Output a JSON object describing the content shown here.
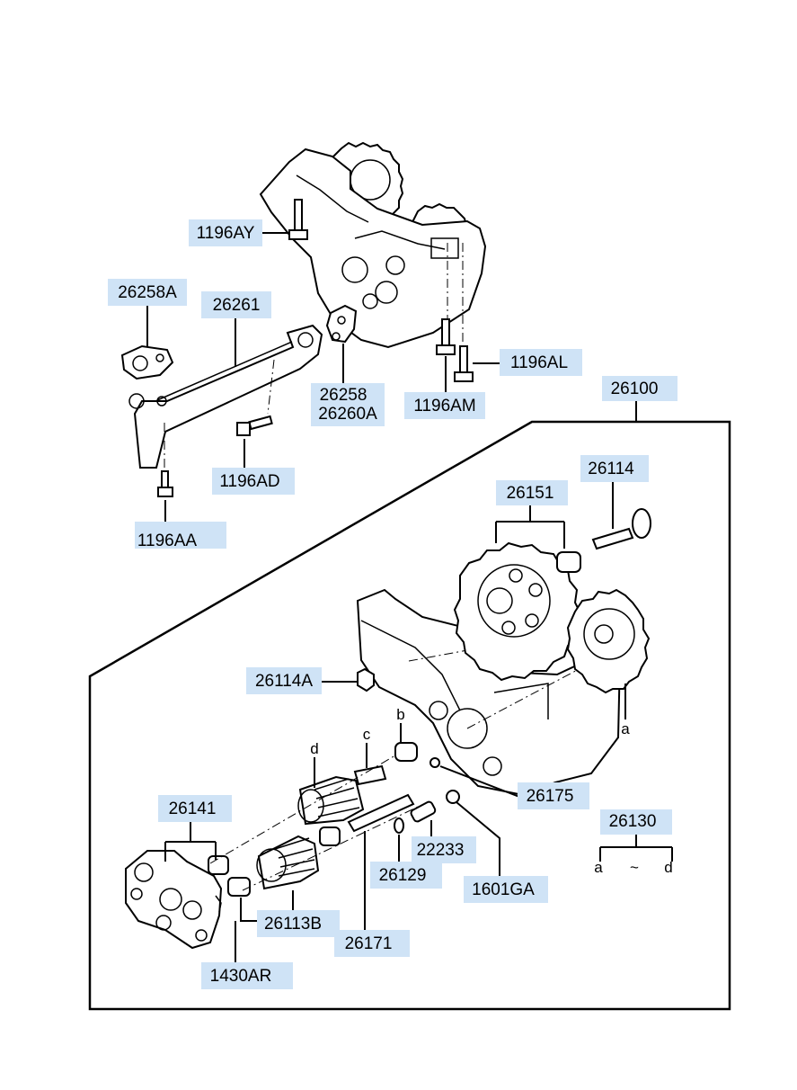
{
  "labels": {
    "l1196AY": "1196AY",
    "l26258A": "26258A",
    "l26261": "26261",
    "l26258": "26258",
    "l26260A": "26260A",
    "l1196AL": "1196AL",
    "l1196AM": "1196AM",
    "l1196AD": "1196AD",
    "l1196AA": "1196AA",
    "l26100": "26100",
    "l26114": "26114",
    "l26151": "26151",
    "l26114A": "26114A",
    "l26175": "26175",
    "l26141": "26141",
    "l22233": "22233",
    "l26129": "26129",
    "l1601GA": "1601GA",
    "l26113B": "26113B",
    "l26171": "26171",
    "l1430AR": "1430AR",
    "l26130": "26130"
  },
  "letters": {
    "a": "a",
    "b": "b",
    "c": "c",
    "d": "d",
    "range_start": "a",
    "range_sep": "~",
    "range_end": "d"
  },
  "colors": {
    "label_fill": "#cfe3f6",
    "line": "#000000",
    "background": "#ffffff"
  }
}
